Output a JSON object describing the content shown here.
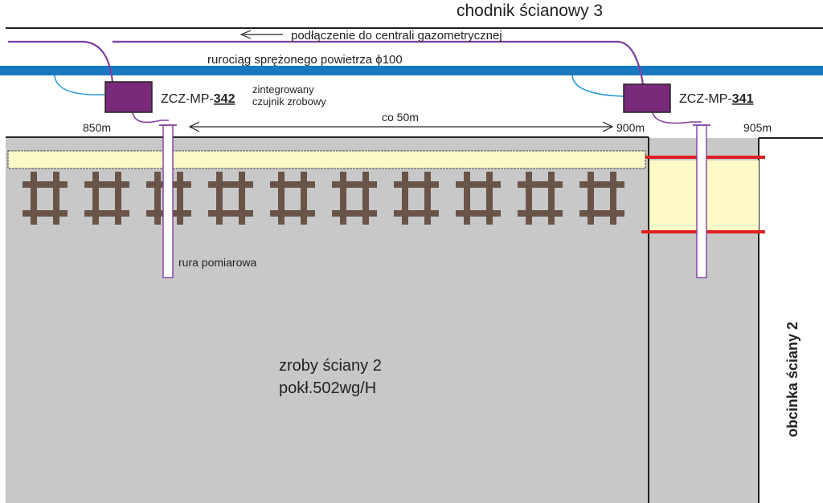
{
  "labels": {
    "top_gallery": "chodnik ścianowy 3",
    "gas_connection": "podłączenie do centrali gazometrycznej",
    "air_pipe": "rurociąg sprężonego powietrza",
    "air_pipe_size": "ϕ100",
    "sensor_left_prefix": "ZCZ-MP-",
    "sensor_left_number": "342",
    "sensor_left_desc_1": "zintegrowany",
    "sensor_left_desc_2": "czujnik zrobowy",
    "sensor_right_prefix": "ZCZ-MP-",
    "sensor_right_number": "341",
    "spacing": "co 50m",
    "dist_850": "850m",
    "dist_900": "900m",
    "dist_905": "905m",
    "measuring_pipe": "rura pomiarowa",
    "goaf_1": "zroby ściany 2",
    "goaf_2": "pokł.502wg/H",
    "right_gallery": "obcinka ściany 2"
  },
  "colors": {
    "goaf": "#c8c8c8",
    "air_pipe": "#1878c0",
    "gas_cable": "#8040a0",
    "sensor_box": "#7a2a7a",
    "support_timber": "#6a5448",
    "roof_band": "#fdfac8",
    "red_bar": "#e02020",
    "blue_wire": "#2a9ad8"
  }
}
